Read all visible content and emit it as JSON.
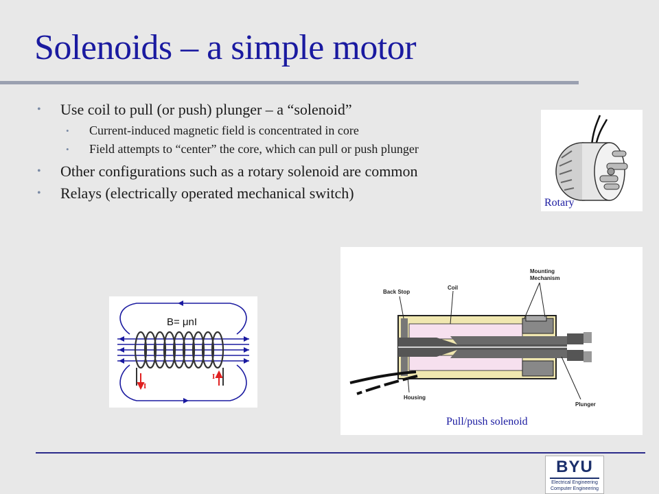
{
  "slide": {
    "title": "Solenoids – a simple motor",
    "bullets": [
      {
        "text": "Use coil to pull (or push) plunger – a “solenoid”",
        "sub": [
          "Current-induced magnetic field is concentrated in core",
          "Field attempts to “center” the core, which can pull or push plunger"
        ]
      },
      {
        "text": "Other configurations such as a rotary solenoid are common"
      },
      {
        "text": "Relays (electrically operated mechanical switch)"
      }
    ]
  },
  "figures": {
    "rotary": {
      "caption": "Rotary"
    },
    "coil": {
      "formula": "B= μnI",
      "current_left": "I",
      "current_right": "I"
    },
    "pullpush": {
      "caption": "Pull/push solenoid",
      "labels": {
        "back_stop": "Back Stop",
        "coil": "Coil",
        "mounting_1": "Mounting",
        "mounting_2": "Mechanism",
        "housing": "Housing",
        "plunger": "Plunger"
      }
    }
  },
  "logo": {
    "wordmark": "BYU",
    "line1": "Electrical Engineering",
    "line2": "Computer Engineering"
  },
  "colors": {
    "title": "#1a1aa0",
    "bullet": "#7a8aa5",
    "field_lines": "#1a1aa0",
    "current_arrow": "#e02020"
  }
}
